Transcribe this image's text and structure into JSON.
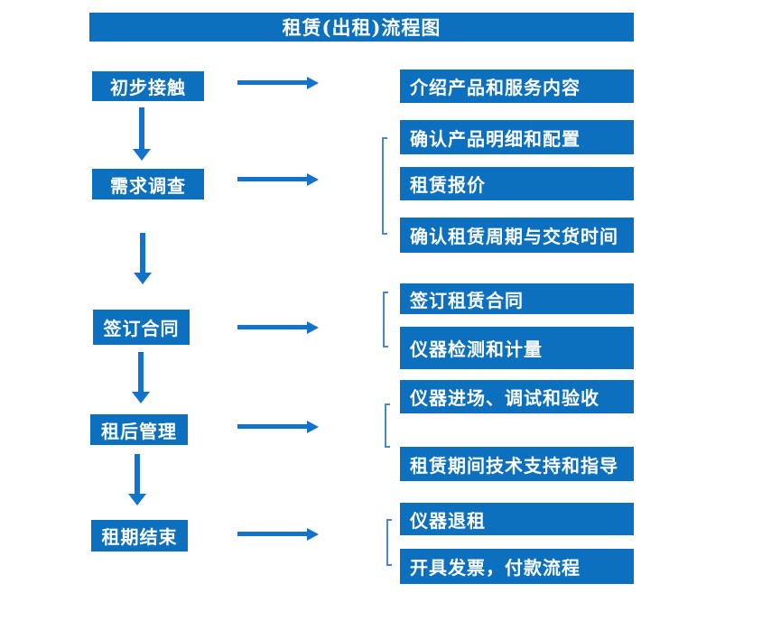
{
  "title": "租赁(出租)流程图",
  "colors": {
    "box_blue": "#0c70be",
    "arrow_blue": "#1373cb",
    "bracket_blue": "#4a88c9",
    "text_white": "#ffffff",
    "background": "#ffffff"
  },
  "steps": [
    {
      "step": "初步接触",
      "details": [
        "介绍产品和服务内容"
      ]
    },
    {
      "step": "需求调查",
      "details": [
        "确认产品明细和配置",
        "租赁报价",
        "确认租赁周期与交货时间"
      ]
    },
    {
      "step": "签订合同",
      "details": [
        "签订租赁合同",
        "仪器检测和计量"
      ]
    },
    {
      "step": "租后管理",
      "details": [
        "仪器进场、调试和验收",
        "租赁期间技术支持和指导"
      ]
    },
    {
      "step": "租期结束",
      "details": [
        "仪器退租",
        "开具发票，付款流程"
      ]
    }
  ]
}
